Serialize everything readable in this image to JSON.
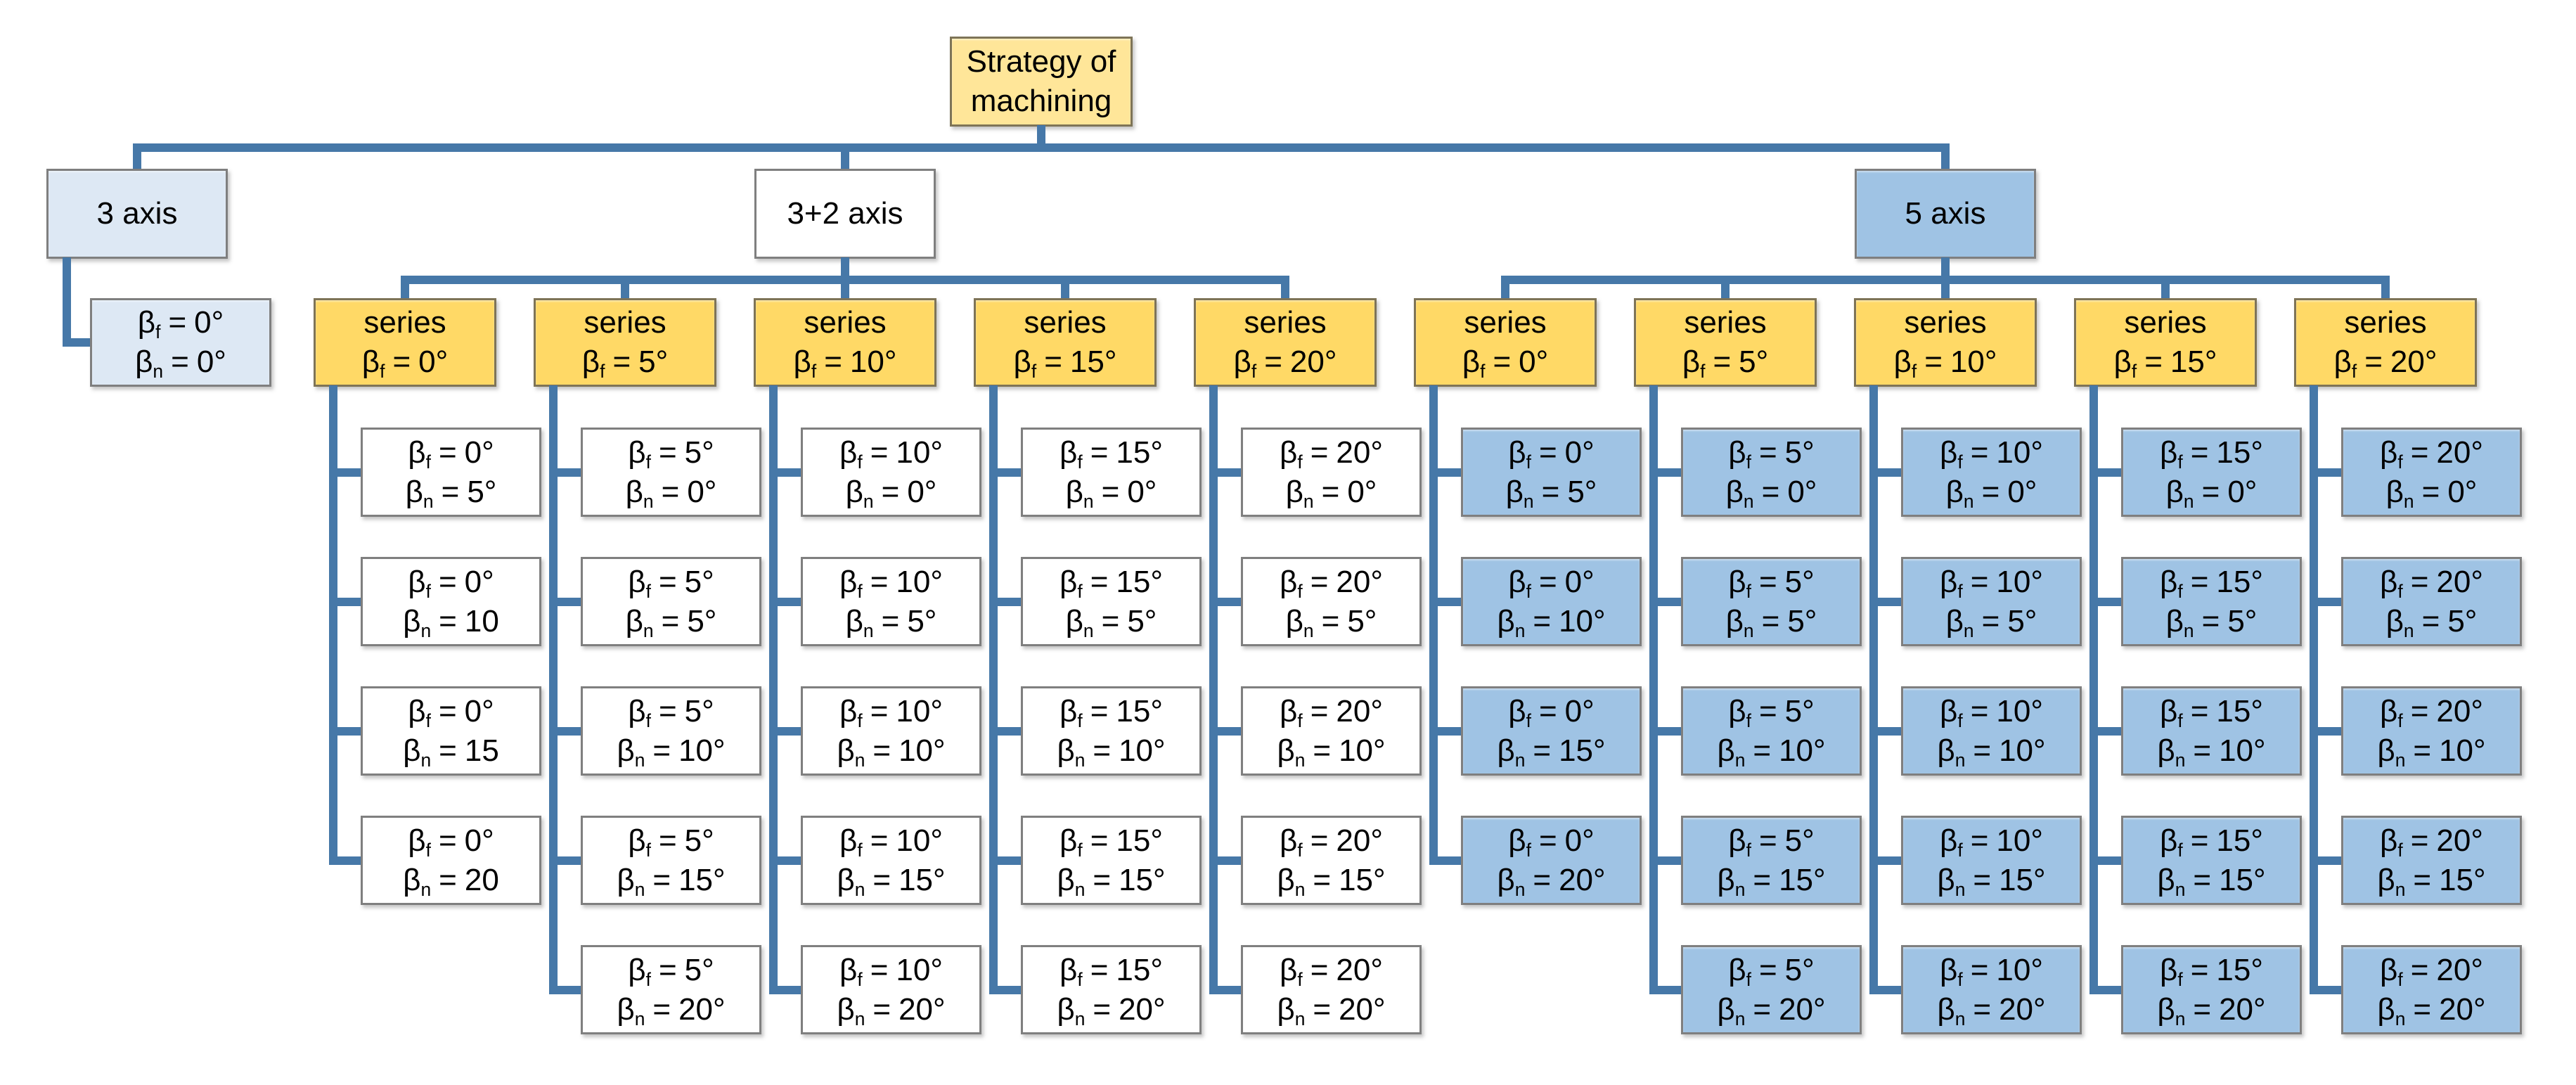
{
  "root": {
    "label_lines": [
      "Strategy of",
      "machining"
    ]
  },
  "symbols": {
    "beta": "β",
    "sub_f": "f",
    "sub_n": "n",
    "equals": "="
  },
  "series_label": "series",
  "level1": {
    "three_axis": {
      "label": "3 axis"
    },
    "three_plus_two_axis": {
      "label": "3+2 axis"
    },
    "five_axis": {
      "label": "5 axis"
    }
  },
  "three_axis_child": {
    "bf": "0°",
    "bn": "0°"
  },
  "groups": [
    {
      "parent": "3+2 axis",
      "child_style": "white",
      "columns": [
        {
          "series_bf": "0°",
          "children_bn": [
            "5°",
            "10",
            "15",
            "20"
          ]
        },
        {
          "series_bf": "5°",
          "children_bn": [
            "0°",
            "5°",
            "10°",
            "15°",
            "20°"
          ]
        },
        {
          "series_bf": "10°",
          "children_bn": [
            "0°",
            "5°",
            "10°",
            "15°",
            "20°"
          ]
        },
        {
          "series_bf": "15°",
          "children_bn": [
            "0°",
            "5°",
            "10°",
            "15°",
            "20°"
          ]
        },
        {
          "series_bf": "20°",
          "children_bn": [
            "0°",
            "5°",
            "10°",
            "15°",
            "20°"
          ]
        }
      ]
    },
    {
      "parent": "5 axis",
      "child_style": "blue",
      "columns": [
        {
          "series_bf": "0°",
          "children_bn": [
            "5°",
            "10°",
            "15°",
            "20°"
          ]
        },
        {
          "series_bf": "5°",
          "children_bn": [
            "0°",
            "5°",
            "10°",
            "15°",
            "20°"
          ]
        },
        {
          "series_bf": "10°",
          "children_bn": [
            "0°",
            "5°",
            "10°",
            "15°",
            "20°"
          ]
        },
        {
          "series_bf": "15°",
          "children_bn": [
            "0°",
            "5°",
            "10°",
            "15°",
            "20°"
          ]
        },
        {
          "series_bf": "20°",
          "children_bn": [
            "0°",
            "5°",
            "10°",
            "15°",
            "20°"
          ]
        }
      ]
    }
  ],
  "colors": {
    "connector": "#4678A8",
    "root_fill": "#FFE699",
    "series_fill": "#FFD966",
    "white_fill": "#FFFFFF",
    "light_blue_fill": "#DDE8F4",
    "blue_fill": "#9FC3E4",
    "gray_border": "#7F7F7F",
    "olive_border": "#7E7457",
    "text": "#000000",
    "background": "#FFFFFF"
  }
}
